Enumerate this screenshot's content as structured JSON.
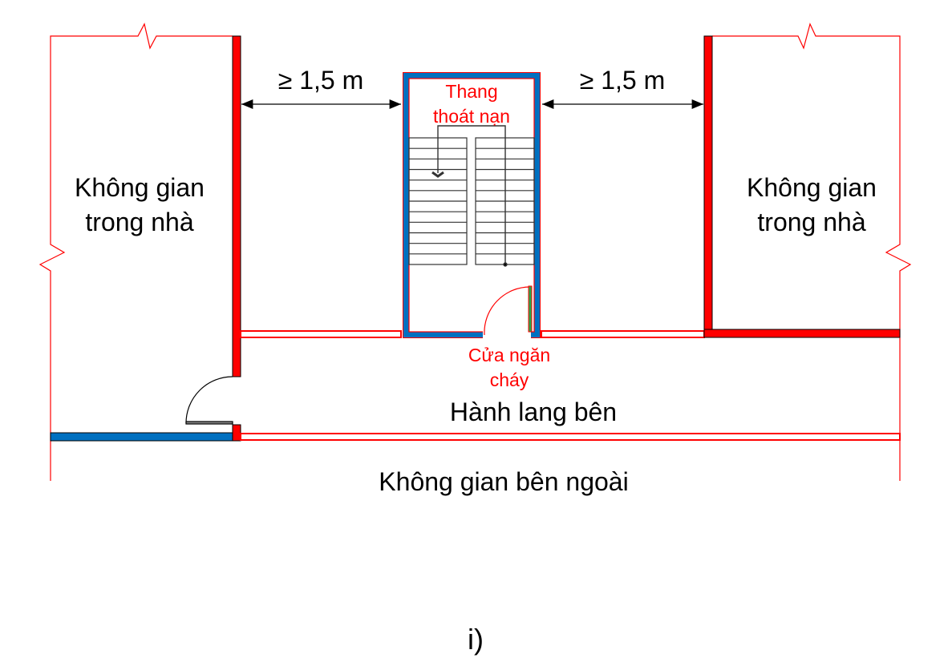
{
  "diagram": {
    "left_room_label": [
      "Không gian",
      "trong nhà"
    ],
    "right_room_label": [
      "Không gian",
      "trong nhà"
    ],
    "left_dimension": "≥ 1,5 m",
    "right_dimension": "≥ 1,5 m",
    "stair_label": [
      "Thang",
      "thoát nạn"
    ],
    "door_label": [
      "Cửa ngăn",
      "cháy"
    ],
    "corridor_label": "Hành lang bên",
    "outside_label": "Không gian bên ngoài",
    "caption": "i)",
    "colors": {
      "wall_red": "#ff0000",
      "wall_blue": "#0070c0",
      "outline": "#000000"
    }
  }
}
